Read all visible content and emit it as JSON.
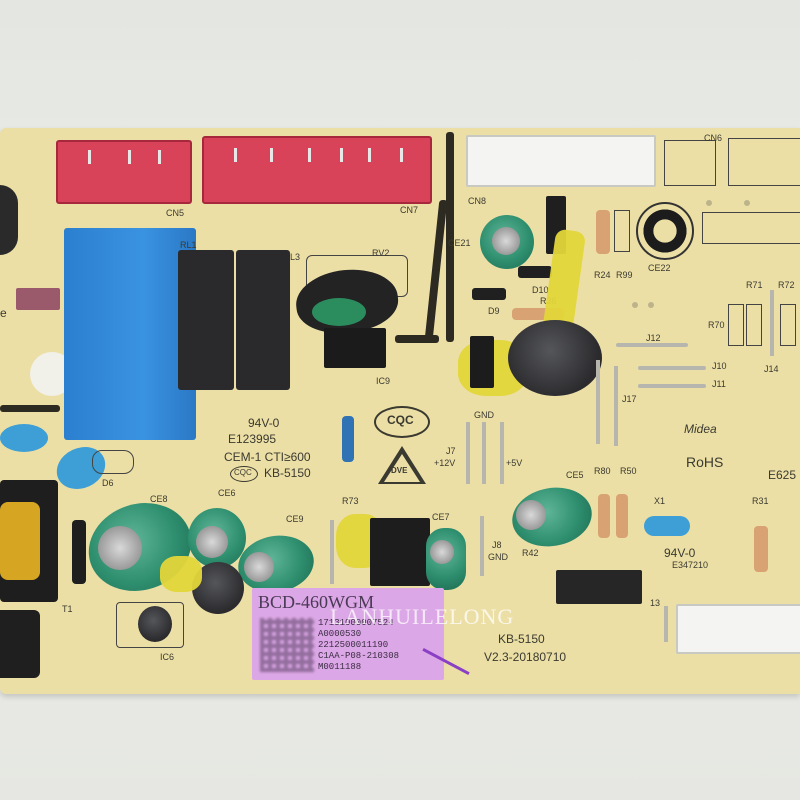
{
  "silkscreen": {
    "cn5": "CN5",
    "cn7": "CN7",
    "cn8": "CN8",
    "cn6": "CN6",
    "rl1": "RL1",
    "l3": "L3",
    "rv2": "RV2",
    "ic9": "IC9",
    "ce21": "CE21",
    "ce22": "CE22",
    "r24": "R24",
    "r99": "R99",
    "r71": "R71",
    "r72": "R72",
    "r70": "R70",
    "d9": "D9",
    "d10": "D10",
    "r36": "R36",
    "j12": "J12",
    "j10": "J10",
    "j11": "J11",
    "j14": "J14",
    "j17": "J17",
    "j7": "J7",
    "j8": "J8",
    "gnd": "GND",
    "gnd2": "GND",
    "plus12v": "+12V",
    "plus5v": "+5V",
    "ul_rating": "94V-0",
    "ul_file": "E123995",
    "cem": "CEM-1 CTI≥600",
    "cqc_small": "CQC",
    "board_id_1": "KB-5150",
    "cqc_big": "CQC",
    "dve": "DVE",
    "midea": "Midea",
    "rohs": "RoHS",
    "e625": "E625",
    "r73": "R73",
    "ce8": "CE8",
    "ce6": "CE6",
    "ce9": "CE9",
    "ce7": "CE7",
    "ce5": "CE5",
    "r80": "R80",
    "r50": "R50",
    "r31": "R31",
    "r42": "R42",
    "x1": "X1",
    "ul_rating_2": "94V-0",
    "ul_file_2": "E347210",
    "d6": "D6",
    "t1": "T1",
    "ic6": "IC6",
    "cn13": "13",
    "board_id_2": "KB-5150",
    "version": "V2.3-20180710"
  },
  "sticker": {
    "model": "BCD-460WGM",
    "line1": "17131000007524",
    "line2": "A0000530",
    "line3": "2212500011190",
    "line4": "C1AA-P08-210308",
    "line5": "M0011188"
  },
  "watermark": "LANHUILELONG",
  "colors": {
    "board": "#ecdfa6",
    "relay_blue": "#2f86d6",
    "connector_red": "#d8435a",
    "sticker": "#dca7e6"
  }
}
